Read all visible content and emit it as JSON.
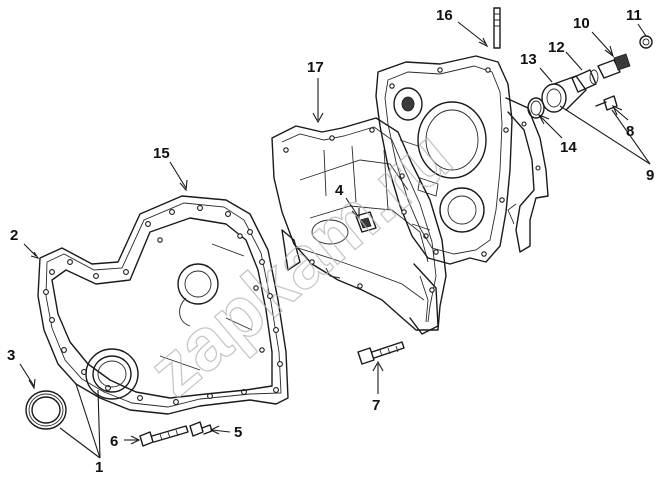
{
  "diagram": {
    "callouts": [
      {
        "id": "c1",
        "text": "1"
      },
      {
        "id": "c2",
        "text": "2"
      },
      {
        "id": "c3",
        "text": "3"
      },
      {
        "id": "c4",
        "text": "4"
      },
      {
        "id": "c5",
        "text": "5"
      },
      {
        "id": "c6",
        "text": "6"
      },
      {
        "id": "c7",
        "text": "7"
      },
      {
        "id": "c8",
        "text": "8"
      },
      {
        "id": "c9",
        "text": "9"
      },
      {
        "id": "c10",
        "text": "10"
      },
      {
        "id": "c11",
        "text": "11"
      },
      {
        "id": "c12",
        "text": "12"
      },
      {
        "id": "c13",
        "text": "13"
      },
      {
        "id": "c14",
        "text": "14"
      },
      {
        "id": "c15",
        "text": "15"
      },
      {
        "id": "c16",
        "text": "16"
      },
      {
        "id": "c17",
        "text": "17"
      }
    ],
    "watermark": "zapkam.ru"
  }
}
